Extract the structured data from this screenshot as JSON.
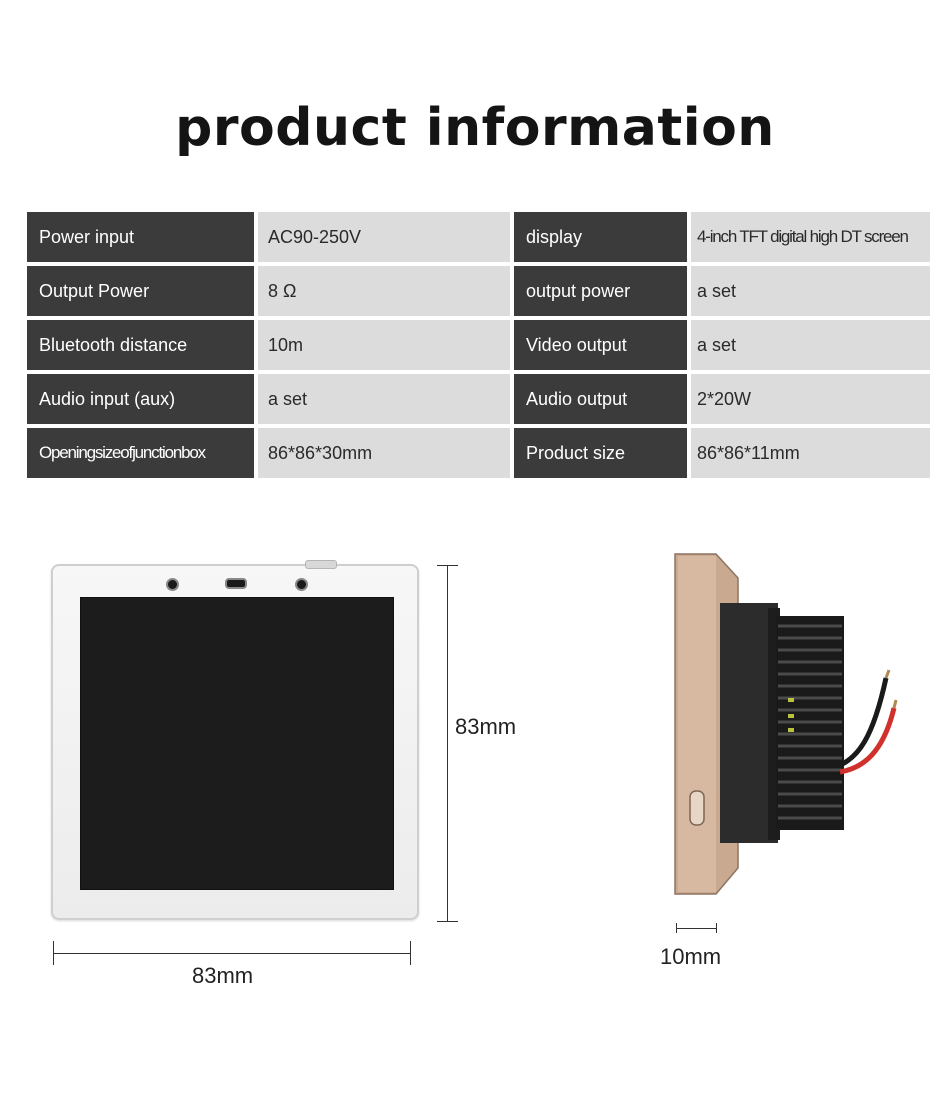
{
  "title": "product information",
  "specs": [
    {
      "label1": "Power input",
      "value1": "AC90-250V",
      "label2": "display",
      "value2": "4-inch TFT digital high DT screen"
    },
    {
      "label1": "Output Power",
      "value1": "8 Ω",
      "label2": "output power",
      "value2": "a set"
    },
    {
      "label1": "Bluetooth distance",
      "value1": "10m",
      "label2": "Video output",
      "value2": "a set"
    },
    {
      "label1": "Audio input (aux)",
      "value1": "a set",
      "label2": "Audio output",
      "value2": "2*20W"
    },
    {
      "label1": "Openingsizeofjunctionbox",
      "value1": "86*86*30mm",
      "label2": "Product size",
      "value2": "86*86*11mm"
    }
  ],
  "dimensions": {
    "front_height": "83mm",
    "front_width": "83mm",
    "side_depth": "10mm"
  },
  "colors": {
    "label_bg": "#3b3b3b",
    "value_bg": "#dcdcdc",
    "panel_frame": "#c9a98f",
    "wire_red": "#d0312d",
    "wire_black": "#1a1a1a"
  }
}
